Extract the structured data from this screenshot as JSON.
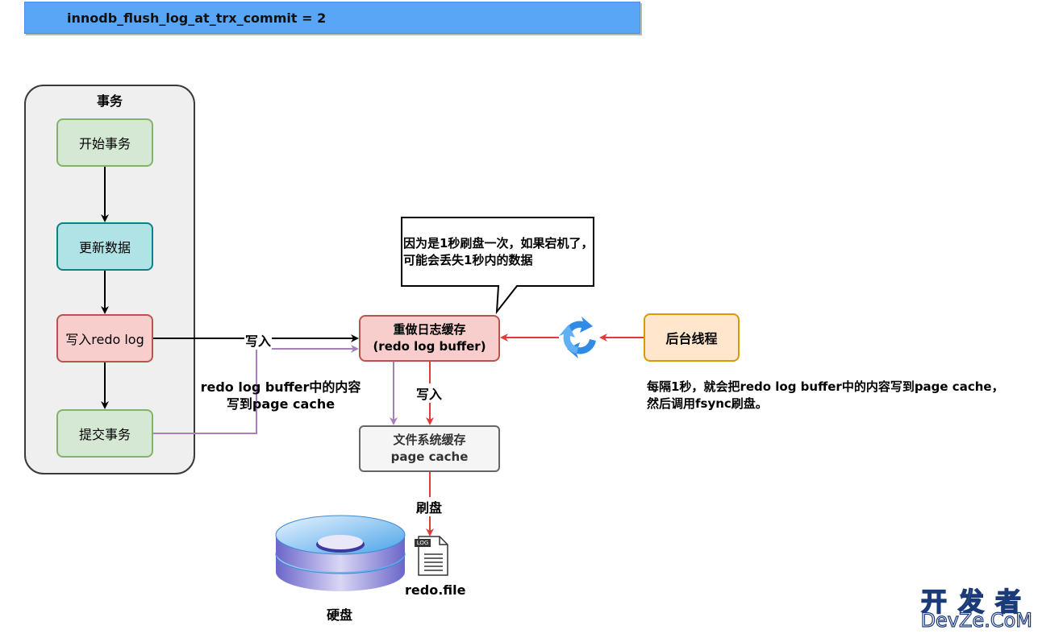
{
  "banner": {
    "text": "innodb_flush_log_at_trx_commit = 2",
    "color": "#5aa6f6"
  },
  "transaction_group": {
    "title": "事务",
    "steps": [
      "开始事务",
      "更新数据",
      "写入redo log",
      "提交事务"
    ]
  },
  "redo_buffer": {
    "line1": "重做日志缓存",
    "line2": "(redo log buffer)"
  },
  "page_cache": {
    "line1": "文件系统缓存",
    "line2": "page cache"
  },
  "background_thread": {
    "label": "后台线程"
  },
  "callout": {
    "text": "因为是1秒刷盘一次，如果宕机了，可能会丢失1秒内的数据"
  },
  "edge_labels": {
    "write_into_buffer": "写入",
    "write_to_cache": "写入",
    "flush": "刷盘",
    "commit_note_line1": "redo log buffer中的内容",
    "commit_note_line2": "写到page cache"
  },
  "thread_note": {
    "line1": "每隔1秒，就会把redo log buffer中的内容写到page cache，",
    "line2": "然后调用fsync刷盘。"
  },
  "disk": {
    "label": "硬盘"
  },
  "file": {
    "label": "redo.file",
    "badge": "LOG"
  },
  "watermark": {
    "cn": "开发者",
    "en": "DevZe.CoM"
  },
  "colors": {
    "arrow_black": "#000000",
    "arrow_red": "#e23a3a",
    "arrow_purple": "#a680b8",
    "sync_icon_blue": "#2f8be6"
  }
}
